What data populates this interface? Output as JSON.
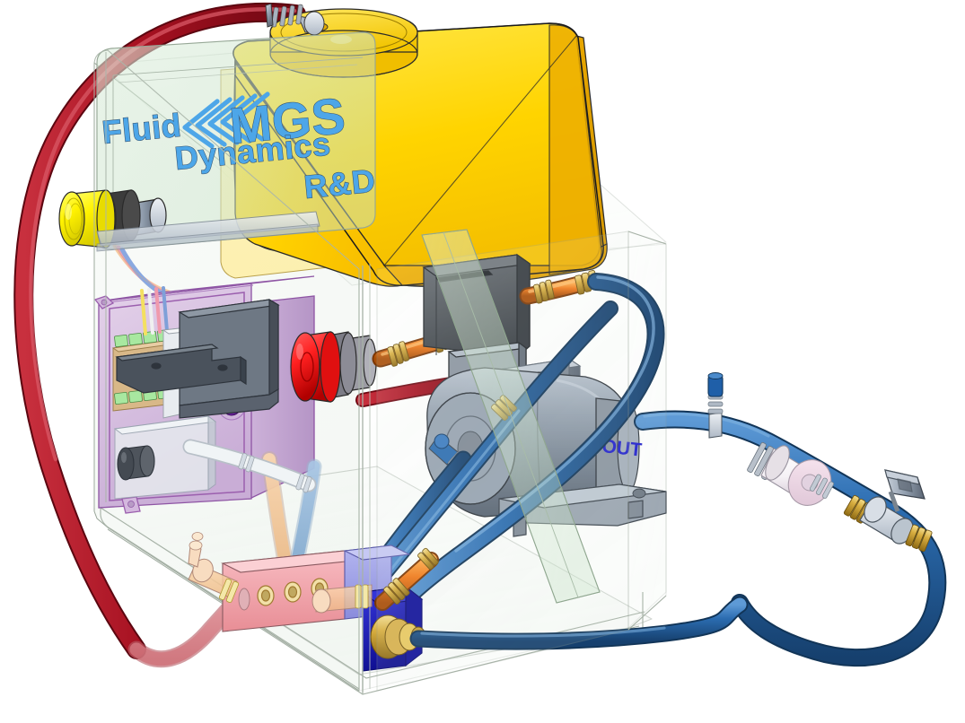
{
  "scene": {
    "title": "MGS Fluid Dynamics R&D fluid test rig — 3D CAD assembly render",
    "background_color": "#ffffff"
  },
  "branding": {
    "line1": "Fluid",
    "line2": "Dynamics",
    "line3": "R&D",
    "wordmark": "MGS",
    "logo_icon": "chevron-stack-logo",
    "text_color": "#4DA6E8",
    "outline_color": "#35506b",
    "chevron_count": 5
  },
  "labels": {
    "pump_outlet": "OUT",
    "pump_outlet_color": "#2222cc"
  },
  "palette": {
    "tank_yellow": "#FFD400",
    "tank_yellow_light": "#FFE84D",
    "tank_yellow_dark": "#E8A800",
    "hose_red": "#A51020",
    "hose_red_light": "#C8303E",
    "hose_blue": "#2B6CB0",
    "hose_blue_light": "#4A8ACB",
    "hose_orange": "#F07818",
    "brass_gold": "#C89A30",
    "brass_light": "#E8C860",
    "enclosure_purple": "#D9C2E0",
    "enclosure_purple_edge": "#9B5FAE",
    "steel_gray": "#8A96A6",
    "steel_light": "#C2CAD4",
    "steel_dark": "#5A6472",
    "dark_box": "#4A4F55",
    "manifold_pink": "#F0A0A8",
    "manifold_lavender": "#9FA0E8",
    "manifold_blue": "#1818B8",
    "button_yellow": "#FFF200",
    "valve_red": "#FF2020",
    "acrylic_tint": "#EEF2EE",
    "filter_pink": "#F2DCE8",
    "pcb_tan": "#D8B888",
    "terminal_green": "#A8E8A0"
  },
  "components": [
    {
      "id": "reservoir-tank",
      "name": "Fluid reservoir tank",
      "color": "#FFD400"
    },
    {
      "id": "tank-fill-cap",
      "name": "Tank fill cap",
      "color": "#FFD400"
    },
    {
      "id": "acrylic-enclosure",
      "name": "Transparent acrylic enclosure",
      "color": "#EEF2EE"
    },
    {
      "id": "branding-panel",
      "name": "Front branding panel",
      "color": "#EEF2EE"
    },
    {
      "id": "emergency-stop",
      "name": "Emergency stop push button",
      "color": "#FFF200"
    },
    {
      "id": "control-enclosure",
      "name": "Electronics control enclosure",
      "color": "#D9C2E0"
    },
    {
      "id": "control-pcb",
      "name": "Controller circuit board",
      "color": "#D8B888"
    },
    {
      "id": "terminal-blocks",
      "name": "Green terminal blocks",
      "color": "#A8E8A0"
    },
    {
      "id": "heatsink-bracket",
      "name": "Heatsink / mounting bracket",
      "color": "#5A6472"
    },
    {
      "id": "pressure-switch",
      "name": "Red pressure relief valve",
      "color": "#FF2020"
    },
    {
      "id": "solenoid-valve",
      "name": "Solenoid valve block",
      "color": "#4A4F55"
    },
    {
      "id": "pump-motor",
      "name": "Pump motor assembly",
      "color": "#8A96A6"
    },
    {
      "id": "motor-mount",
      "name": "Motor mounting foot",
      "color": "#8A96A6"
    },
    {
      "id": "inline-filter",
      "name": "Inline filter cartridge",
      "color": "#F2DCE8"
    },
    {
      "id": "ball-valve",
      "name": "Ball valve with lever handle",
      "color": "#C2CAD4"
    },
    {
      "id": "branch-tee",
      "name": "Capped branch tee fitting",
      "color": "#2B6CB0"
    },
    {
      "id": "manifold-pink",
      "name": "Pink manifold section",
      "color": "#F0A0A8"
    },
    {
      "id": "manifold-lavender",
      "name": "Lavender manifold section",
      "color": "#9FA0E8"
    },
    {
      "id": "manifold-blue",
      "name": "Blue manifold end block",
      "color": "#1818B8"
    },
    {
      "id": "red-hose",
      "name": "Red return hose",
      "color": "#A51020"
    },
    {
      "id": "blue-hose",
      "name": "Blue supply hose",
      "color": "#2B6CB0"
    },
    {
      "id": "orange-hose",
      "name": "Orange braided hose",
      "color": "#F07818"
    },
    {
      "id": "brass-fittings",
      "name": "Brass compression fittings",
      "color": "#C89A30"
    },
    {
      "id": "wire-harness",
      "name": "Wire harness",
      "color": "#F0C0C8"
    }
  ]
}
